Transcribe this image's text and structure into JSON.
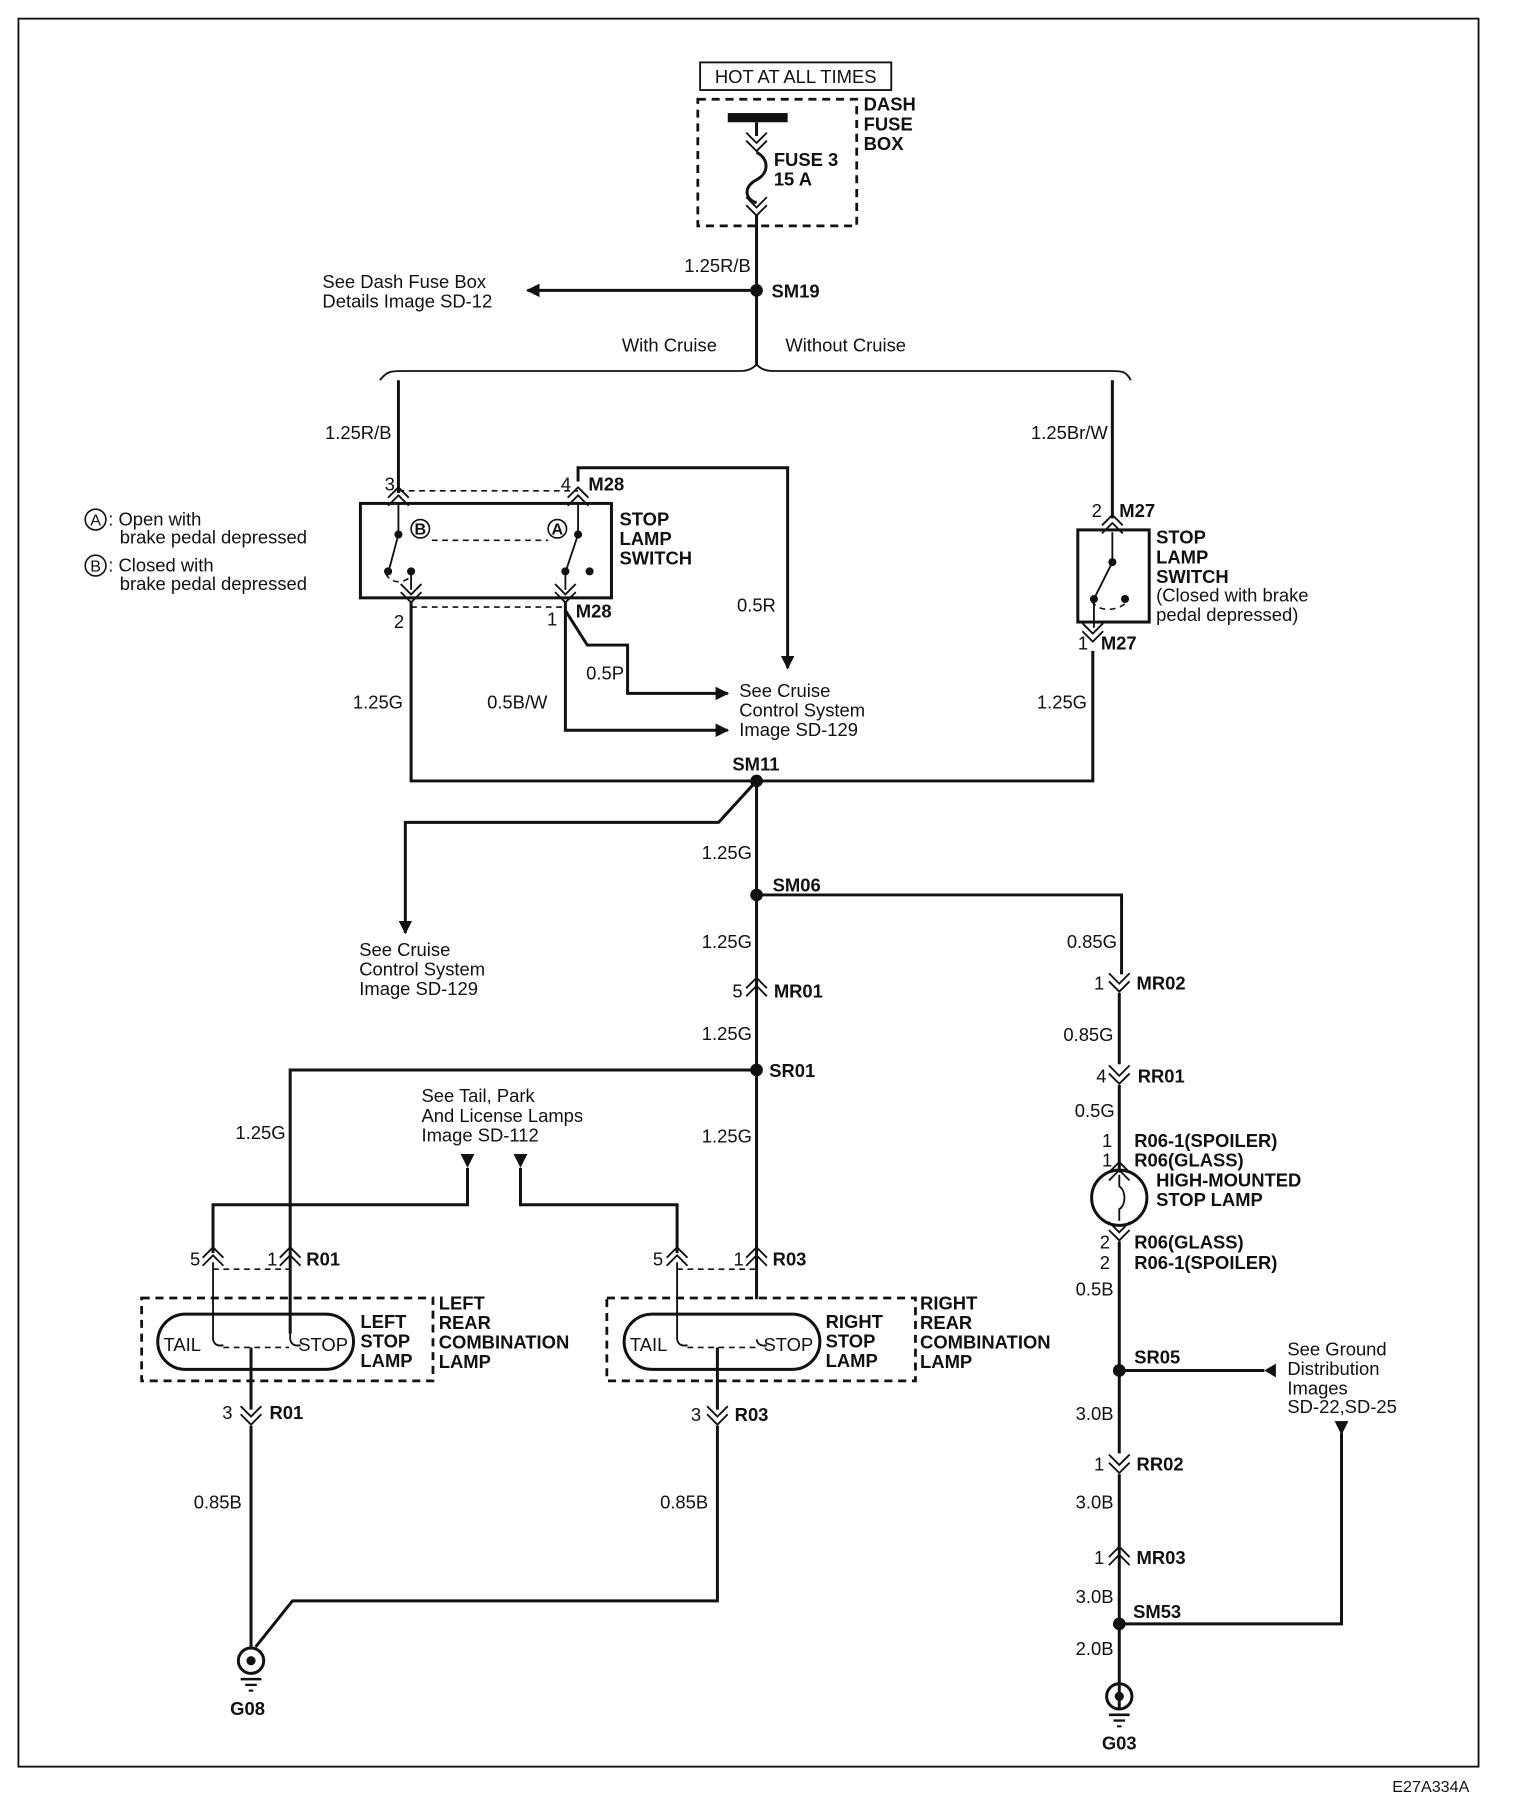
{
  "header": {
    "hot_at_all_times": "HOT AT ALL TIMES",
    "dash_fuse_box": [
      "DASH",
      "FUSE",
      "BOX"
    ],
    "fuse": [
      "FUSE 3",
      "15 A"
    ]
  },
  "wires": {
    "w_125rb_top": "1.25R/B",
    "w_125rb_left": "1.25R/B",
    "w_125brw": "1.25Br/W",
    "w_05r": "0.5R",
    "w_05p": "0.5P",
    "w_05bw": "0.5B/W",
    "w_125g_a": "1.25G",
    "w_125g_b": "1.25G",
    "w_125g_c": "1.25G",
    "w_125g_d": "1.25G",
    "w_125g_e": "1.25G",
    "w_125g_f": "1.25G",
    "w_125g_g": "1.25G",
    "w_085g_a": "0.85G",
    "w_085g_b": "0.85G",
    "w_05g": "0.5G",
    "w_05b": "0.5B",
    "w_30b_a": "3.0B",
    "w_30b_b": "3.0B",
    "w_30b_c": "3.0B",
    "w_20b": "2.0B",
    "w_085b_a": "0.85B",
    "w_085b_b": "0.85B"
  },
  "splices": {
    "sm19": "SM19",
    "sm11": "SM11",
    "sm06": "SM06",
    "sr01": "SR01",
    "sr05": "SR05",
    "sm53": "SM53"
  },
  "connectors": {
    "m28_top": "M28",
    "m28_bot": "M28",
    "m27_top": "M27",
    "m27_bot": "M27",
    "mr01": "MR01",
    "mr02": "MR02",
    "rr01": "RR01",
    "r06_1_spoiler_top": "R06-1(SPOILER)",
    "r06_glass_top": "R06(GLASS)",
    "r06_glass_bot": "R06(GLASS)",
    "r06_1_spoiler_bot": "R06-1(SPOILER)",
    "rr02": "RR02",
    "mr03": "MR03",
    "r01_top": "R01",
    "r01_bot": "R01",
    "r03_top": "R03",
    "r03_bot": "R03"
  },
  "pins": {
    "p3": "3",
    "p4": "4",
    "p2": "2",
    "p1": "1",
    "m27_2": "2",
    "m27_1": "1",
    "mr01_5": "5",
    "mr02_1": "1",
    "rr01_4": "4",
    "r06_1a": "1",
    "r06_1b": "1",
    "r06_2a": "2",
    "r06_2b": "2",
    "rr02_1": "1",
    "mr03_1": "1",
    "r01_5": "5",
    "r01_1": "1",
    "r01_3": "3",
    "r03_5": "5",
    "r03_1": "1",
    "r03_3": "3"
  },
  "branches": {
    "with_cruise": "With Cruise",
    "without_cruise": "Without Cruise"
  },
  "references": {
    "dash_fuse_details": [
      "See Dash Fuse Box",
      "Details Image  SD-12"
    ],
    "cruise_1": [
      "See Cruise",
      "Control System",
      "Image  SD-129"
    ],
    "cruise_2": [
      "See Cruise",
      "Control System",
      "Image  SD-129"
    ],
    "tail_park": [
      "See Tail, Park",
      "And License Lamps",
      "Image   SD-112"
    ],
    "ground_dist": [
      "See Ground",
      "Distribution",
      "Images",
      "SD-22,SD-25"
    ]
  },
  "components": {
    "stop_lamp_switch_left": [
      "STOP",
      "LAMP",
      "SWITCH"
    ],
    "stop_lamp_switch_right": [
      "STOP",
      "LAMP",
      "SWITCH"
    ],
    "stop_lamp_switch_right_note": [
      "(Closed with brake",
      "pedal depressed)"
    ],
    "hmsl": [
      "HIGH-MOUNTED",
      "STOP LAMP"
    ],
    "left_lamp_inner": [
      "LEFT",
      "STOP",
      "LAMP"
    ],
    "left_lamp_outer": [
      "LEFT",
      "REAR",
      "COMBINATION",
      "LAMP"
    ],
    "right_lamp_inner": [
      "RIGHT",
      "STOP",
      "LAMP"
    ],
    "right_lamp_outer": [
      "RIGHT",
      "REAR",
      "COMBINATION",
      "LAMP"
    ],
    "tail": "TAIL",
    "stop": "STOP"
  },
  "legend": {
    "a_letter": "A",
    "a_text": [
      ": Open with",
      "brake pedal depressed"
    ],
    "b_letter": "B",
    "b_text": [
      ": Closed with",
      "brake pedal depressed"
    ]
  },
  "switch_contacts": {
    "a": "A",
    "b": "B"
  },
  "grounds": {
    "g08": "G08",
    "g03": "G03"
  },
  "figure_id": "E27A334A"
}
